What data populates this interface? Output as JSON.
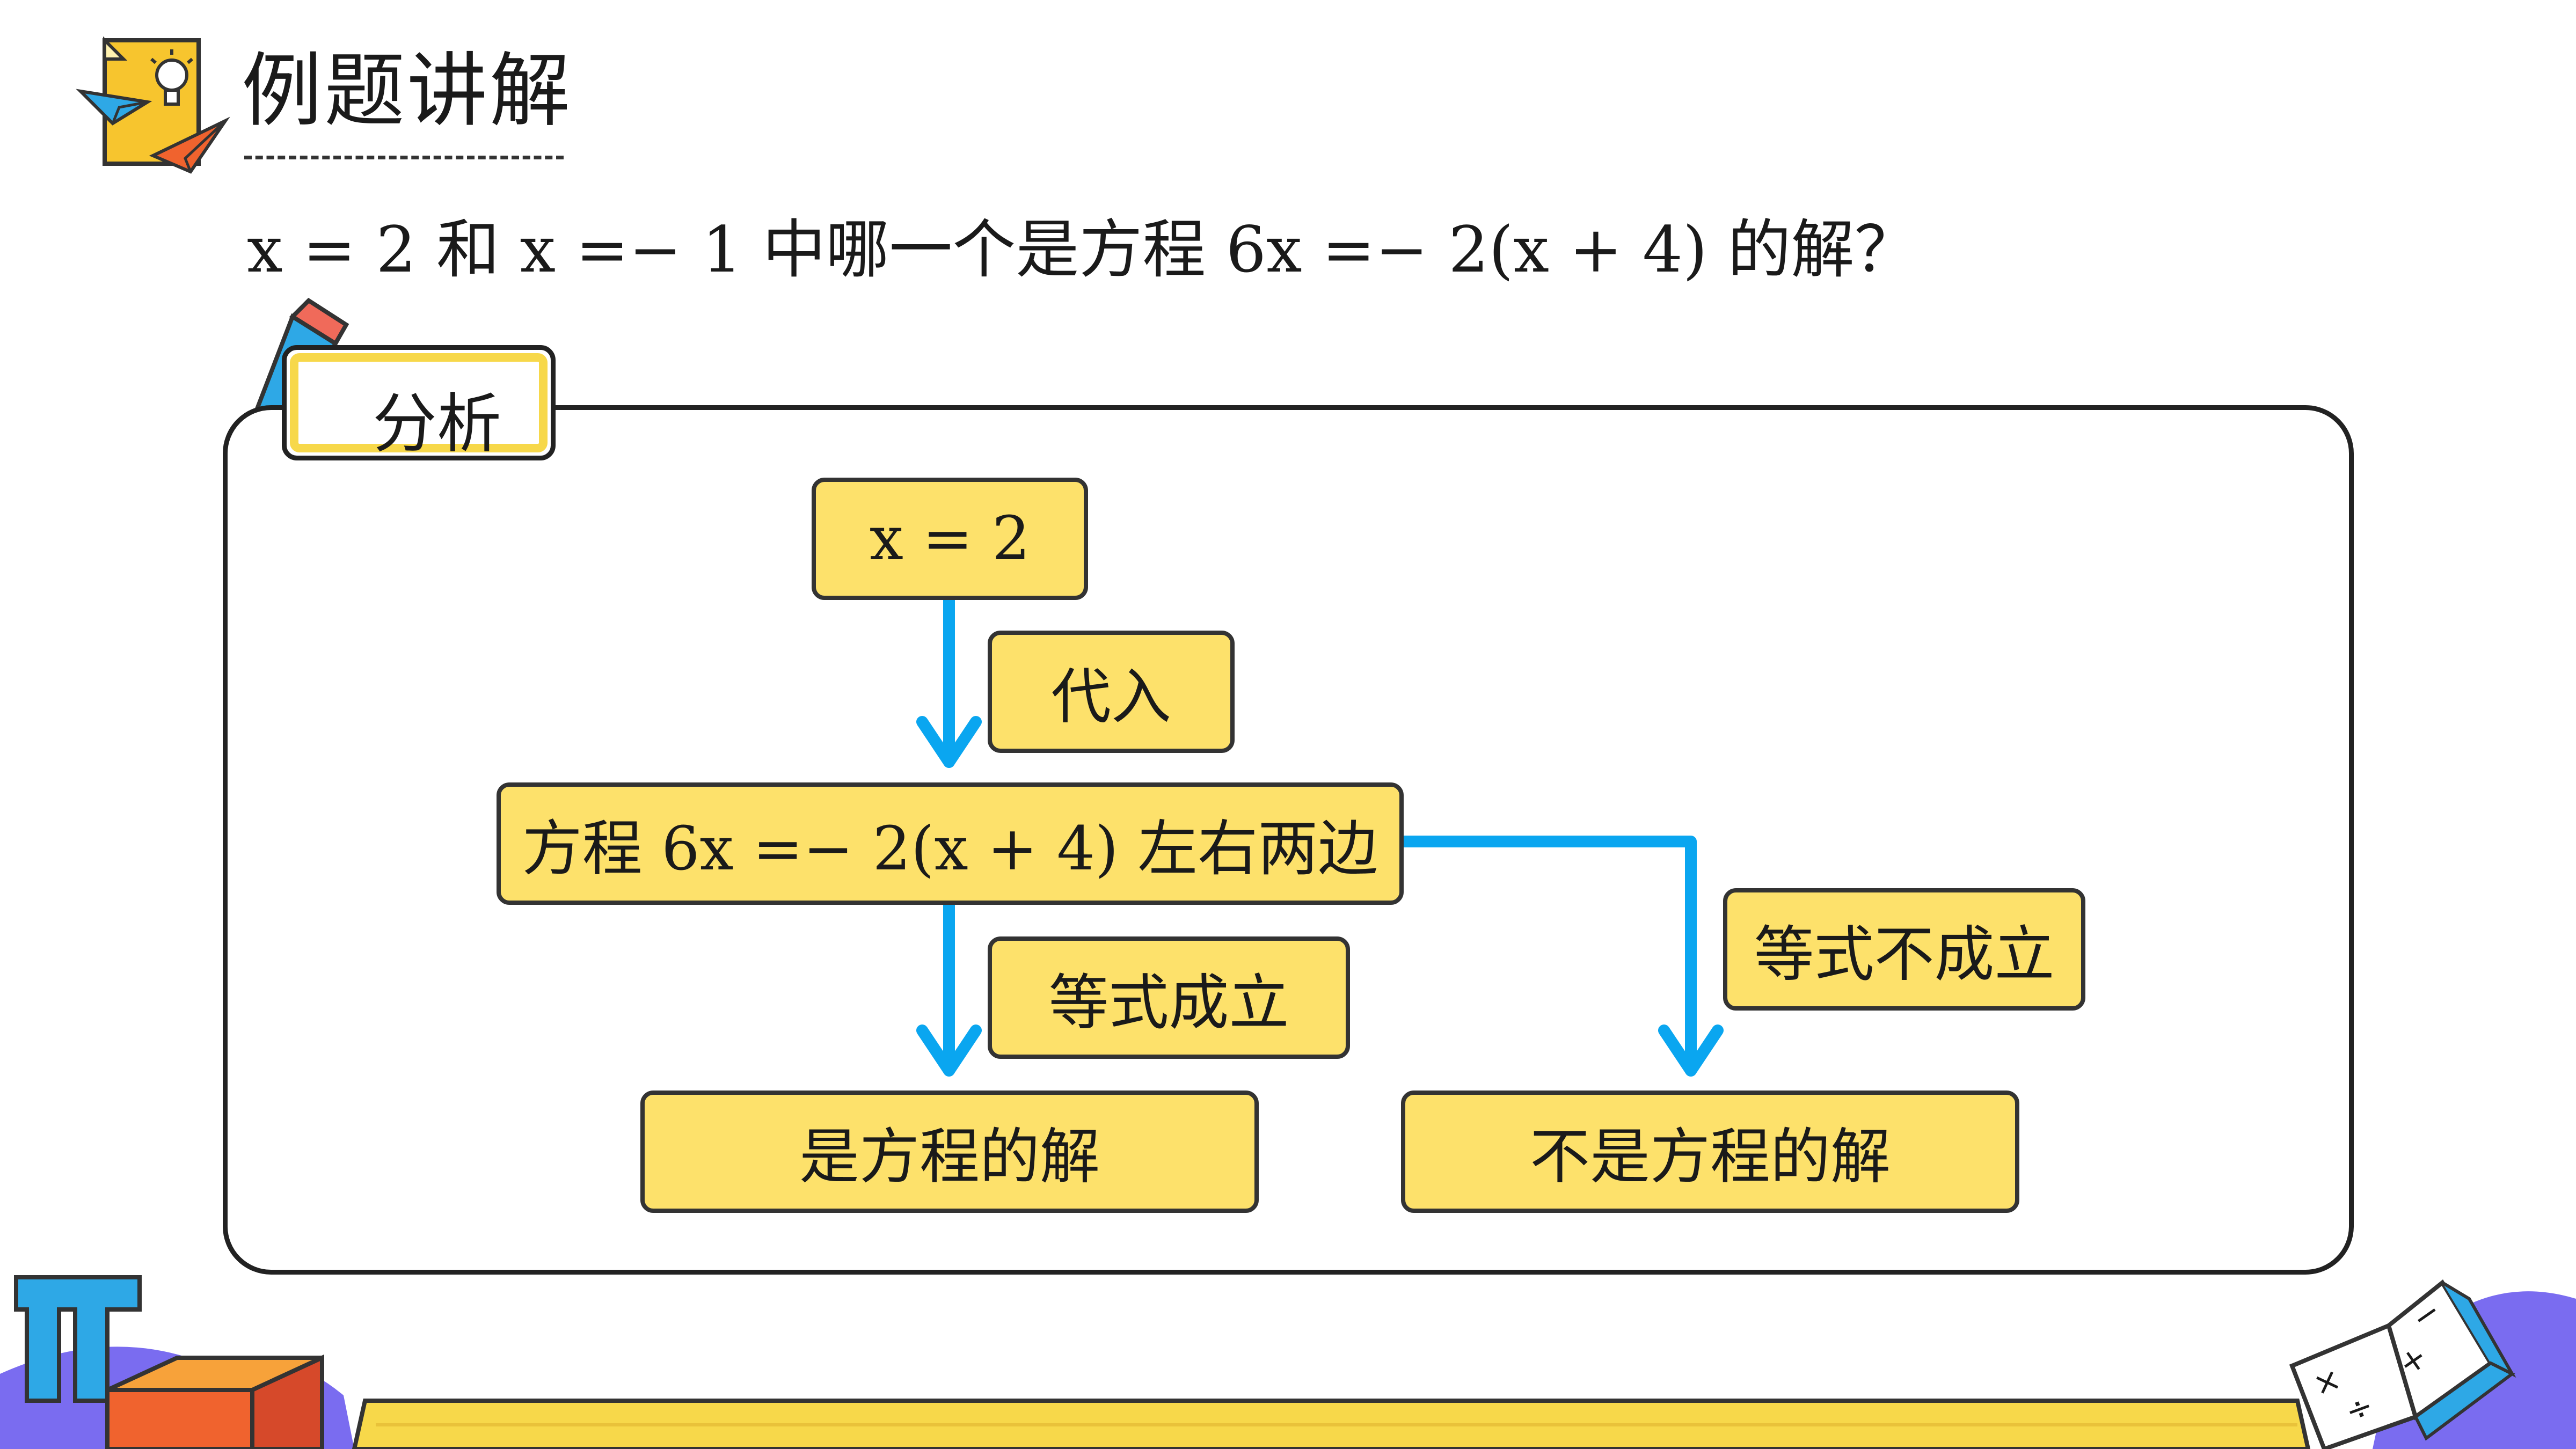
{
  "title": "例题讲解",
  "question": "x = 2 和 x =− 1 中哪一个是方程 6x =− 2(x + 4) 的解？",
  "analysis_tag": "分析",
  "flow": {
    "start": "x = 2",
    "substitute": "代入",
    "equation": "方程 6x =− 2(x + 4) 左右两边",
    "holds": "等式成立",
    "not_holds": "等式不成立",
    "is_solution": "是方程的解",
    "not_solution": "不是方程的解"
  },
  "decor": {
    "pi_symbol": "π",
    "book_symbols": [
      "−",
      "+",
      "×",
      "÷"
    ]
  },
  "colors": {
    "box_fill": "#fde16b",
    "arrow": "#0aa6f0",
    "accent_yellow": "#f7d84a"
  }
}
